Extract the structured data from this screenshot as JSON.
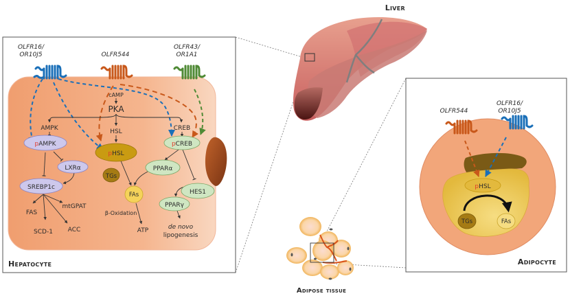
{
  "title_labels": {
    "liver": "Liver",
    "adipose_tissue": "Adipose tissue",
    "hepatocyte": "Hepatocyte",
    "adipocyte": "Adipocyte"
  },
  "colors": {
    "olfr16": "#1a6fb8",
    "olfr544": "#c8581a",
    "olfr43": "#4f8a35",
    "cell_fill": "#f2a67a",
    "phospho_red": "#e03a2a",
    "ampk_fill": "#cdc8ec",
    "creb_fill": "#cfe6c2",
    "hsl_fill": "#c99b12",
    "fas_fill": "#f5d35a"
  },
  "hepatocyte": {
    "receptors": [
      {
        "label_line1": "OLFR16/",
        "label_line2": "OR10J5"
      },
      {
        "label_line1": "OLFR544",
        "label_line2": ""
      },
      {
        "label_line1": "OLFR43/",
        "label_line2": "OR1A1"
      }
    ],
    "nodes": {
      "camp": "cAMP",
      "pka": "PKA",
      "ampk": "AMPK",
      "hsl": "HSL",
      "creb": "CREB",
      "pampk_p": "p",
      "pampk": "AMPK",
      "lxr": "LXRα",
      "phsl_p": "p",
      "phsl": "HSL",
      "pcreb_p": "p",
      "pcreb": "CREB",
      "tgs": "TGs",
      "ppara": "PPARα",
      "srebp": "SREBP1c",
      "fas_node": "FAs",
      "hes1": "HES1",
      "pparg": "PPARγ",
      "fas": "FAS",
      "mtgpat": "mtGPAT",
      "scd1": "SCD-1",
      "acc": "ACC",
      "beta_ox": "β-Oxidation",
      "atp": "ATP",
      "denovo": "de novo",
      "lipogenesis": "lipogenesis"
    }
  },
  "adipocyte": {
    "receptors": [
      {
        "label_line1": "OLFR544",
        "label_line2": ""
      },
      {
        "label_line1": "OLFR16/",
        "label_line2": "OR10J5"
      }
    ],
    "nodes": {
      "phsl_p": "p",
      "phsl": "HSL",
      "tgs": "TGs",
      "fas": "FAs"
    }
  }
}
